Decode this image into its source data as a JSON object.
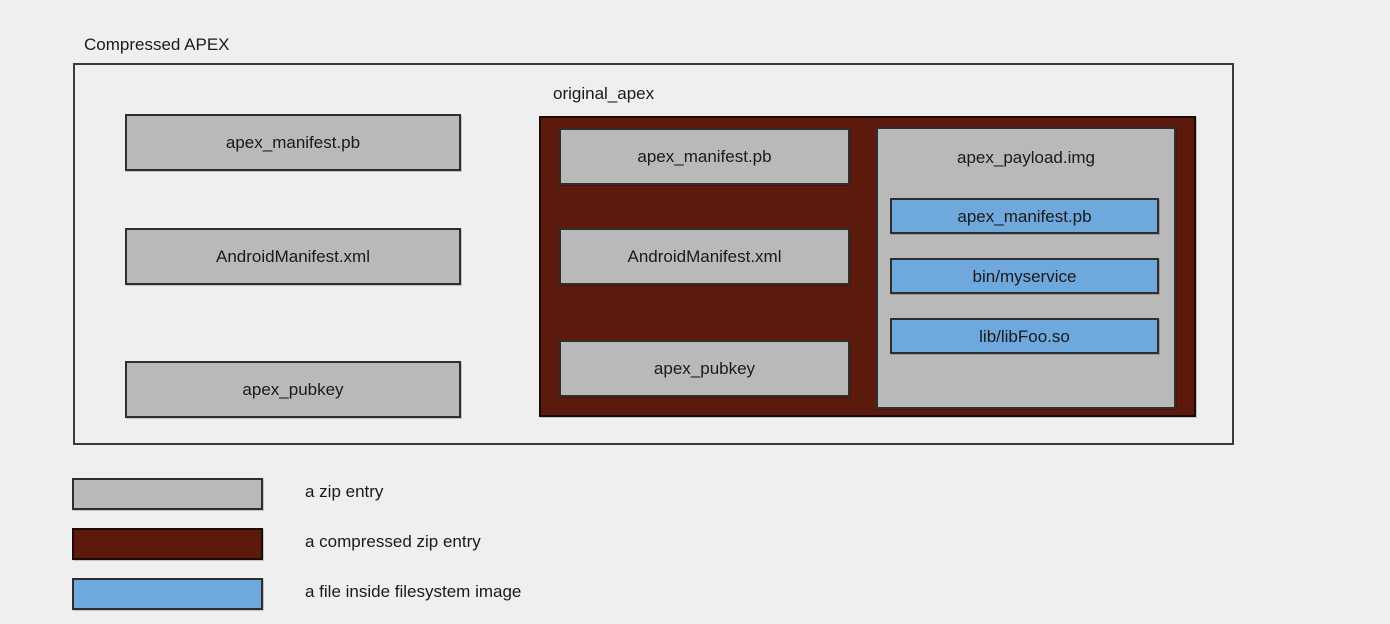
{
  "diagram": {
    "title": "Compressed APEX",
    "outer_container": {
      "label": "Compressed APEX",
      "entries": [
        {
          "name": "apex_manifest.pb",
          "type": "zip-entry"
        },
        {
          "name": "AndroidManifest.xml",
          "type": "zip-entry"
        },
        {
          "name": "apex_pubkey",
          "type": "zip-entry"
        }
      ]
    },
    "compressed_container": {
      "label": "original_apex",
      "type": "compressed-zip-entry",
      "entries": [
        {
          "name": "apex_manifest.pb",
          "type": "zip-entry"
        },
        {
          "name": "AndroidManifest.xml",
          "type": "zip-entry"
        },
        {
          "name": "apex_pubkey",
          "type": "zip-entry"
        }
      ],
      "payload": {
        "name": "apex_payload.img",
        "type": "zip-entry",
        "files": [
          {
            "name": "apex_manifest.pb",
            "type": "filesystem-file"
          },
          {
            "name": "bin/myservice",
            "type": "filesystem-file"
          },
          {
            "name": "lib/libFoo.so",
            "type": "filesystem-file"
          }
        ]
      }
    },
    "legend": {
      "items": [
        {
          "swatch": "gray",
          "color": "#b9b9b9",
          "text": "a zip entry"
        },
        {
          "swatch": "dark-red",
          "color": "#5b1a0c",
          "text": "a compressed zip entry"
        },
        {
          "swatch": "blue",
          "color": "#6fa8dc",
          "text": "a file inside filesystem image"
        }
      ]
    },
    "colors": {
      "background": "#efefef",
      "zip_entry": "#b9b9b9",
      "compressed_zip_entry": "#5b1a0c",
      "filesystem_file": "#6fa8dc",
      "stroke": "#2e2e2e"
    }
  }
}
